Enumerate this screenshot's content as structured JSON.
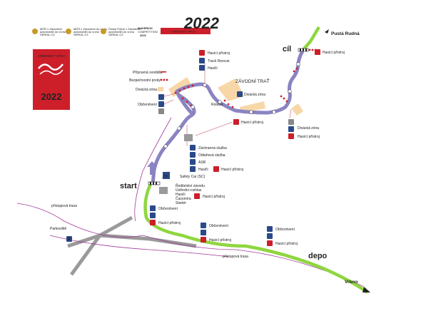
{
  "sponsors": [
    {
      "line1": "MČR v Závodech",
      "line2": "automobilů do vrchu",
      "line3": "SERIAL.CZ"
    },
    {
      "line1": "MČR v Závodech do vrchu",
      "line2": "automobilů do vrchu",
      "line3": "SERIAL.CZ"
    },
    {
      "line1": "Český Pohár v Závodech",
      "line2": "automobilů do vrchu",
      "line3": "SERIAL.CZ"
    },
    {
      "line1": "MAVERICK",
      "line2": "COMPETITION",
      "line3": "2022"
    },
    {
      "line1": "VRBENSKY VRCH",
      "line2": "",
      "line3": ""
    }
  ],
  "watermark": "2022",
  "logo": {
    "name": "VRBENSKÝ VRCH",
    "year": "2022"
  },
  "colors": {
    "track": "#8a84c2",
    "access": "#8fd63f",
    "accent": "#cc1f2a",
    "zone": "#f7d7a8",
    "road": "#9a9a9a"
  },
  "places": {
    "finish": "cíl",
    "start": "start",
    "depot": "depo",
    "north_town": "Pustá Rudná",
    "south_town": "Vrbno",
    "track_name": "ZÁVODNÍ TRAŤ"
  },
  "legend": {
    "items": [
      {
        "label": "Přípravná svodidla"
      },
      {
        "label": "Bezpečnostní prvky"
      },
      {
        "label": "Divácká zóna"
      },
      {
        "label": "Občerstvení"
      }
    ]
  },
  "labels": {
    "fire_top": "Hasící přístroj",
    "track_rescue": "Track Rescue",
    "firemen_top": "Hasiči",
    "finish_fire": "Hasící přístroj",
    "spectator_mid": "Divácká zóna",
    "rotator": "Rotátor",
    "fire_mid": "Hasící přístroj",
    "spectator_right": "Divácká zóna",
    "fire_right": "Hasící přístroj",
    "rescue": "Záchranná služba",
    "towing": "Odtahová služba",
    "asr": "ASR",
    "firemen_low": "Hasiči",
    "fire_low": "Hasící přístroj",
    "safety_car": "Safety Car (SC)",
    "officials": [
      "Ředitelství závodu",
      "Ústřední rozhlas",
      "Hasiči",
      "Časomíra",
      "Startér"
    ],
    "fire_start": "Hasící přístroj",
    "refresh_1": "Občerstvení",
    "fire_4": "Hasící přístroj",
    "refresh_2": "Občerstvení",
    "fire_5": "Hasící přístroj",
    "refresh_3": "Občerstvení",
    "fire_6": "Hasící přístroj",
    "access_1": "přístupová trasa",
    "access_2": "přístupová trasa",
    "parking": "Parkoviště",
    "sc_badge": "SC",
    "parking_icon": "P"
  },
  "icons": {
    "fire": "fire-extinguisher-icon",
    "cross": "medical-cross-icon",
    "firemen": "firefighter-icon",
    "drink": "refreshment-icon",
    "toilet": "toilet-icon",
    "parking": "parking-icon"
  }
}
